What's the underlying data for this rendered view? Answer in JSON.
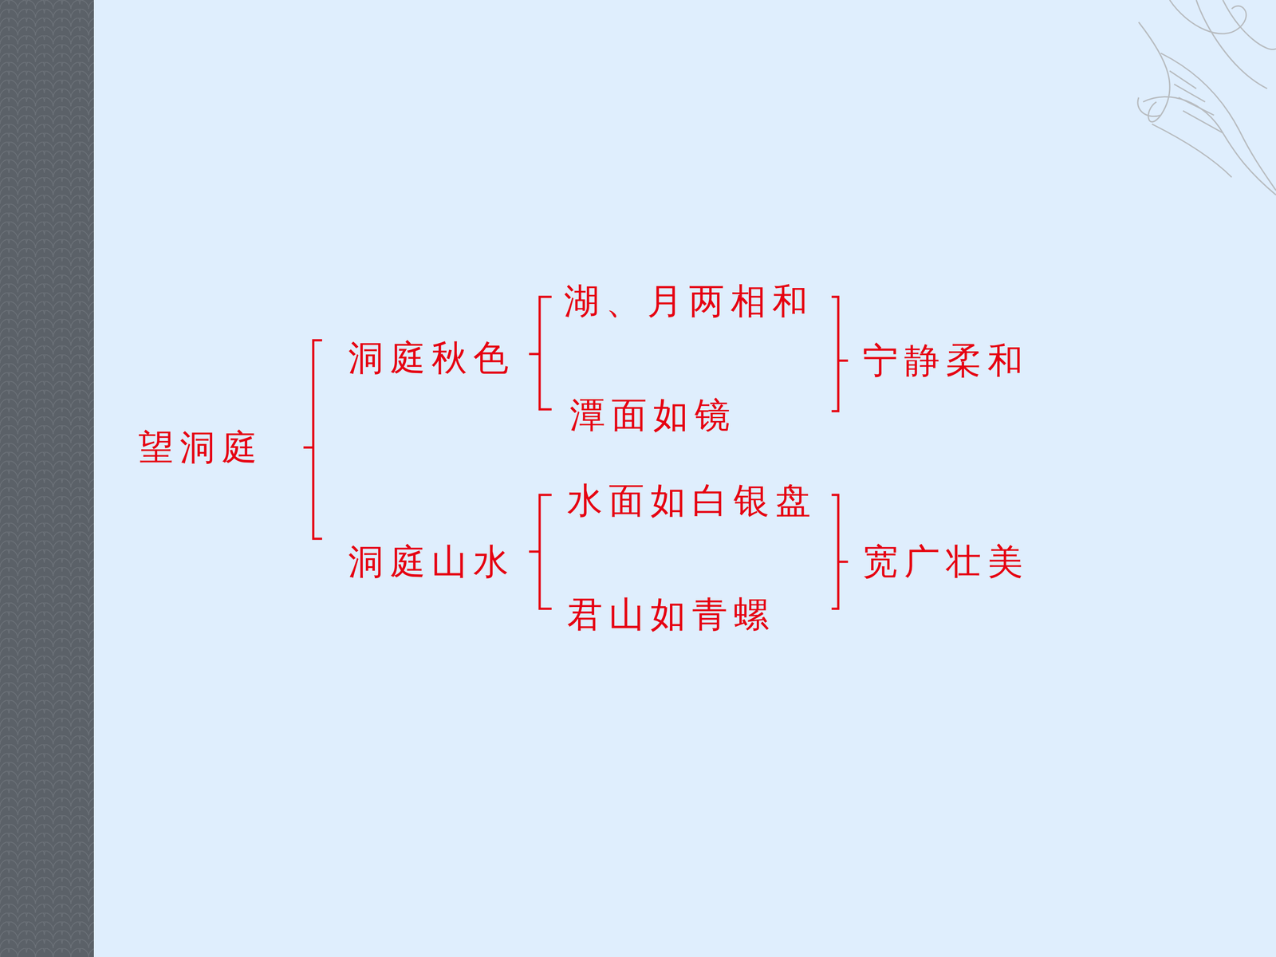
{
  "diagram": {
    "labels": [
      "望洞庭",
      "洞庭秋色",
      "洞庭山水",
      "湖、月两相和",
      "潭面如镜",
      "水面如白银盘",
      "君山如青螺",
      "宁静柔和",
      "宽广壮美"
    ]
  }
}
